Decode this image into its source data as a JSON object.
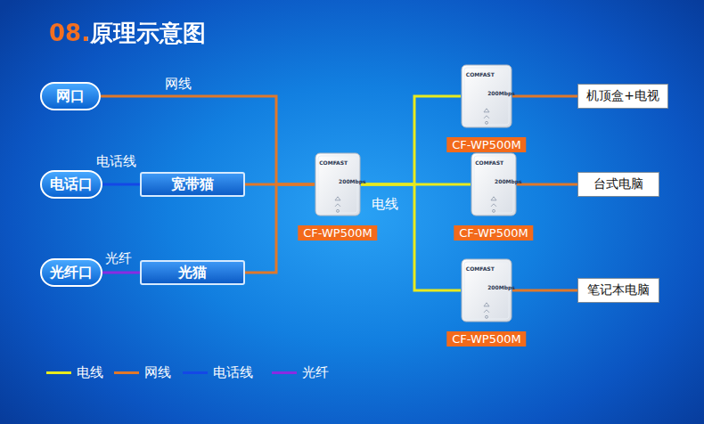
{
  "diagram": {
    "title": "08.原理示意图",
    "nodes": [
      {
        "text": [
          "网口"
        ]
      },
      {
        "text": [
          "电话口"
        ]
      },
      {
        "text": [
          "宽带猫"
        ]
      },
      {
        "text": [
          "光纤口"
        ]
      },
      {
        "text": [
          "光猫"
        ]
      },
      {
        "text": [
          "CF-WP500M"
        ]
      },
      {
        "text": [
          "CF-WP500M"
        ]
      },
      {
        "text": [
          "机顶盒+电视"
        ]
      },
      {
        "text": [
          "CF-WP500M"
        ]
      },
      {
        "text": [
          "台式电脑"
        ]
      },
      {
        "text": [
          "CF-WP500M"
        ]
      },
      {
        "text": [
          "笔记本电脑"
        ]
      }
    ],
    "edges": [
      {
        "from": 0,
        "to": 5,
        "label": "网线",
        "arrow": "none"
      },
      {
        "from": 1,
        "to": 2,
        "label": "电话线",
        "arrow": "none"
      },
      {
        "from": 3,
        "to": 4,
        "label": "光纤",
        "arrow": "none"
      },
      {
        "from": 2,
        "to": 5,
        "arrow": "none"
      },
      {
        "from": 4,
        "to": 5,
        "arrow": "none"
      },
      {
        "from": 5,
        "to": 6,
        "arrow": "none"
      },
      {
        "from": 5,
        "to": 8,
        "label": "电线",
        "arrow": "none"
      },
      {
        "from": 5,
        "to": 10,
        "arrow": "none"
      },
      {
        "from": 6,
        "to": 7,
        "arrow": "none"
      },
      {
        "from": 8,
        "to": 9,
        "arrow": "none"
      },
      {
        "from": 10,
        "to": 11,
        "arrow": "none"
      }
    ],
    "labels": [
      "COMFAST",
      "200Mbps",
      "COMFAST",
      "200Mbps",
      "COMFAST",
      "200Mbps",
      "COMFAST",
      "200Mbps"
    ],
    "legend": [
      {
        "text": "电线",
        "color": "#e8ea1e"
      },
      {
        "text": "网线",
        "color": "#e0782a"
      },
      {
        "text": "电话线",
        "color": "#1448e6"
      },
      {
        "text": "光纤",
        "color": "#8a2be2"
      }
    ]
  }
}
